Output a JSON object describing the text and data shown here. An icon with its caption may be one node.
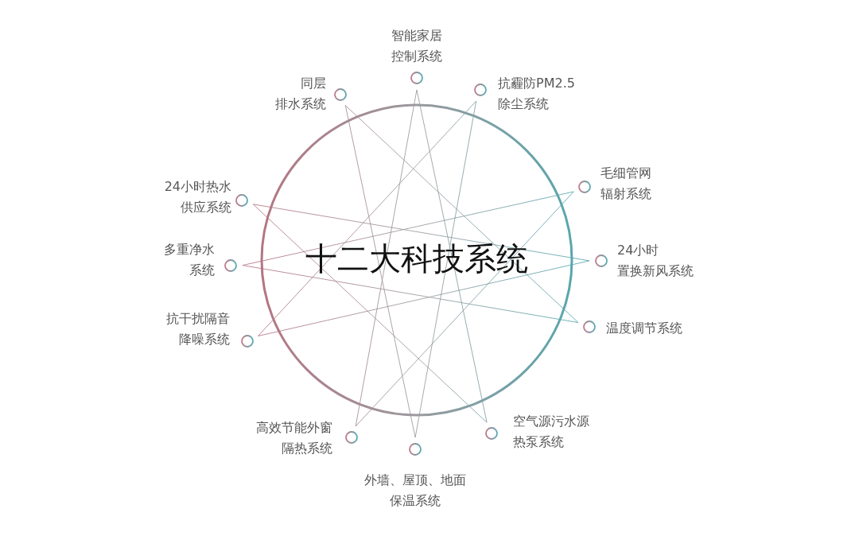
{
  "diagram": {
    "title": "十二大科技系统",
    "nodes": [
      {
        "text": [
          "智能家居控制系统"
        ]
      },
      {
        "text": [
          "抗霾防PM2.5除尘系统"
        ]
      },
      {
        "text": [
          "毛细管网辐射系统"
        ]
      },
      {
        "text": [
          "24小时置换新风系统"
        ]
      },
      {
        "text": [
          "温度调节系统"
        ]
      },
      {
        "text": [
          "空气源污水源热泵系统"
        ]
      },
      {
        "text": [
          "外墙、屋顶、地面保温系统"
        ]
      },
      {
        "text": [
          "高效节能外窗隔热系统"
        ]
      },
      {
        "text": [
          "抗干扰隔音降噪系统"
        ]
      },
      {
        "text": [
          "多重净水系统"
        ]
      },
      {
        "text": [
          "24小时热水供应系统"
        ]
      },
      {
        "text": [
          "同层排水系统"
        ]
      }
    ]
  }
}
